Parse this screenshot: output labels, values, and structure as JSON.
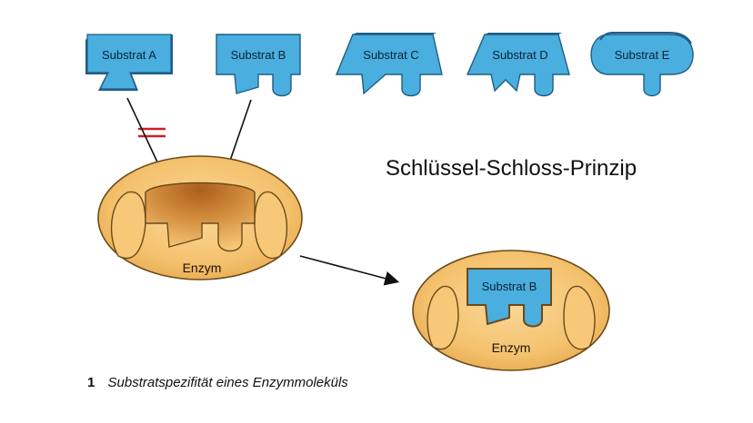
{
  "substrates": [
    {
      "id": "a",
      "label": "Substrat A"
    },
    {
      "id": "b",
      "label": "Substrat B"
    },
    {
      "id": "c",
      "label": "Substrat C"
    },
    {
      "id": "d",
      "label": "Substrat D"
    },
    {
      "id": "e",
      "label": "Substrat E"
    }
  ],
  "title": "Schlüssel-Schloss-Prinzip",
  "enzyme_label": "Enzym",
  "complex": {
    "substrate_label": "Substrat B",
    "enzyme_label": "Enzym"
  },
  "not_equal_symbol": "=",
  "caption": {
    "number": "1",
    "text": "Substratspezifität eines Enzymmoleküls"
  },
  "colors": {
    "substrate_fill": "#4aaedf",
    "substrate_edge": "#1f5d85",
    "enzyme_fill": "#f6c878",
    "enzyme_edge": "#6b4a1a",
    "pocket_dark": "#c27a2a",
    "not_equal": "#cc1f1f"
  }
}
